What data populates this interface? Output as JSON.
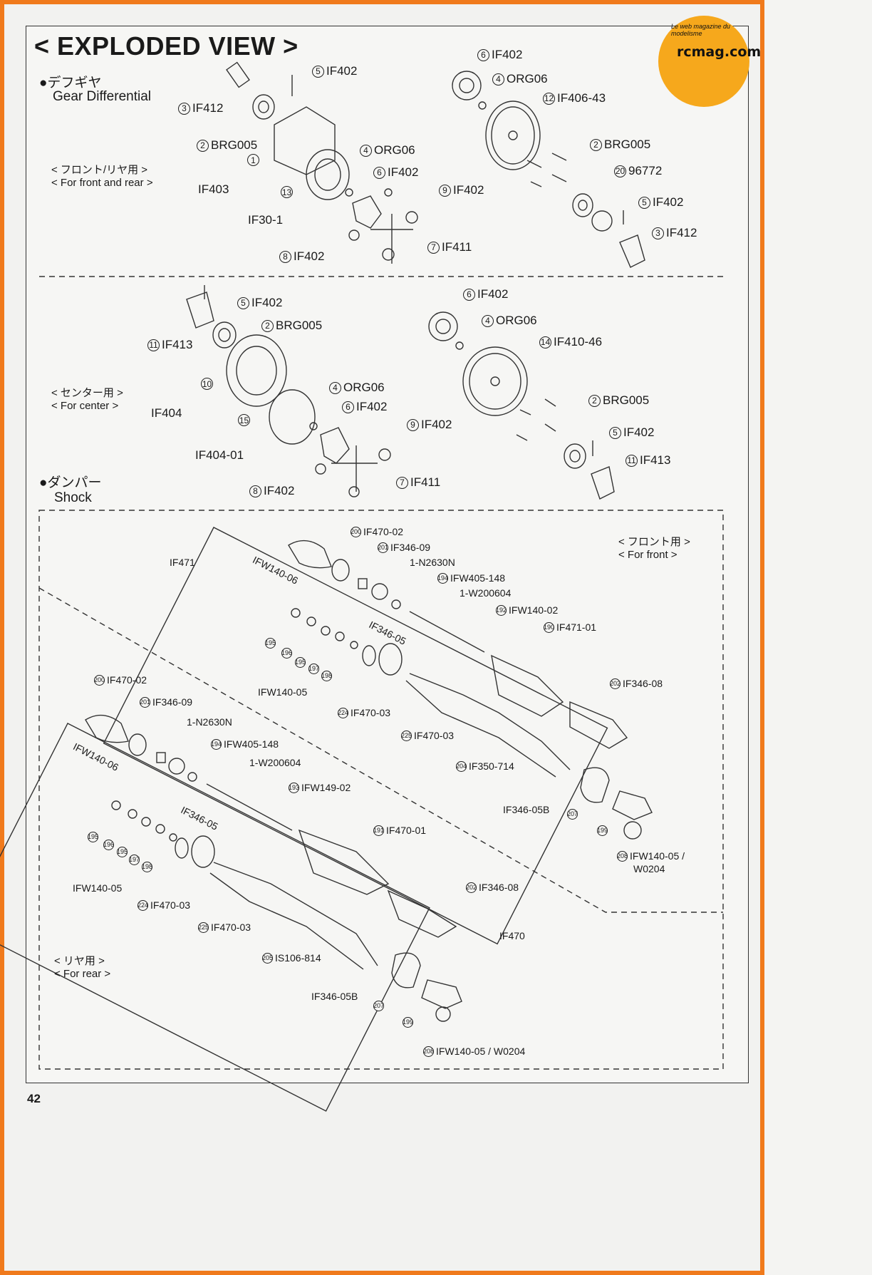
{
  "page_title": "< EXPLODED VIEW >",
  "page_number": "42",
  "logo": {
    "text": "rcmag.com",
    "tagline": "Le web magazine du modelisme"
  },
  "sections": {
    "gear_diff_jp": "●デフギヤ",
    "gear_diff_en": "Gear Differential",
    "front_rear_jp": "< フロント/リヤ用 >",
    "front_rear_en": "< For front and rear >",
    "center_jp": "< センター用 >",
    "center_en": "< For center >",
    "shock_jp": "●ダンパー",
    "shock_en": "Shock",
    "front_jp": "< フロント用 >",
    "front_en": "< For front >",
    "rear_jp": "< リヤ用 >",
    "rear_en": "< For rear >"
  },
  "diff_front_rear_parts": [
    {
      "num": "5",
      "code": "IF402"
    },
    {
      "num": "3",
      "code": "IF412"
    },
    {
      "num": "2",
      "code": "BRG005"
    },
    {
      "num": "1",
      "code": ""
    },
    {
      "num": "4",
      "code": "ORG06"
    },
    {
      "num": "6",
      "code": "IF402"
    },
    {
      "num": "13",
      "code": ""
    },
    {
      "num": "9",
      "code": "IF402"
    },
    {
      "num": "7",
      "code": "IF411"
    },
    {
      "num": "8",
      "code": "IF402"
    },
    {
      "num": "6",
      "code": "IF402"
    },
    {
      "num": "4",
      "code": "ORG06"
    },
    {
      "num": "12",
      "code": "IF406-43"
    },
    {
      "num": "2",
      "code": "BRG005"
    },
    {
      "num": "20",
      "code": "96772"
    },
    {
      "num": "5",
      "code": "IF402"
    },
    {
      "num": "3",
      "code": "IF412"
    }
  ],
  "diff_front_rear_groups": {
    "if403": "IF403",
    "if30": "IF30-1"
  },
  "diff_center_parts": [
    {
      "num": "5",
      "code": "IF402"
    },
    {
      "num": "2",
      "code": "BRG005"
    },
    {
      "num": "11",
      "code": "IF413"
    },
    {
      "num": "10",
      "code": ""
    },
    {
      "num": "15",
      "code": ""
    },
    {
      "num": "4",
      "code": "ORG06"
    },
    {
      "num": "6",
      "code": "IF402"
    },
    {
      "num": "9",
      "code": "IF402"
    },
    {
      "num": "7",
      "code": "IF411"
    },
    {
      "num": "8",
      "code": "IF402"
    },
    {
      "num": "6",
      "code": "IF402"
    },
    {
      "num": "4",
      "code": "ORG06"
    },
    {
      "num": "14",
      "code": "IF410-46"
    },
    {
      "num": "2",
      "code": "BRG005"
    },
    {
      "num": "5",
      "code": "IF402"
    },
    {
      "num": "11",
      "code": "IF413"
    }
  ],
  "diff_center_groups": {
    "if404": "IF404",
    "if40401": "IF404-01"
  },
  "shock_front_parts": [
    {
      "num": "200",
      "code": "IF470-02"
    },
    {
      "num": "201",
      "code": "IF346-09"
    },
    {
      "num": "",
      "code": "1-N2630N"
    },
    {
      "num": "194",
      "code": "IFW405-148"
    },
    {
      "num": "",
      "code": "1-W200604"
    },
    {
      "num": "192",
      "code": "IFW140-02"
    },
    {
      "num": "190",
      "code": "IF471-01"
    },
    {
      "num": "202",
      "code": "IF346-08"
    },
    {
      "num": "224",
      "code": "IF470-03"
    },
    {
      "num": "225",
      "code": "IF470-03"
    },
    {
      "num": "204",
      "code": "IF350-714"
    },
    {
      "num": "207",
      "code": ""
    },
    {
      "num": "199",
      "code": ""
    },
    {
      "num": "208",
      "code": "IFW140-05 /"
    },
    {
      "num": "195",
      "code": ""
    },
    {
      "num": "196",
      "code": ""
    },
    {
      "num": "195",
      "code": ""
    },
    {
      "num": "197",
      "code": ""
    },
    {
      "num": "198",
      "code": ""
    }
  ],
  "shock_front_groups": {
    "if471": "IF471",
    "ifw14006": "IFW140-06",
    "if34605": "IF346-05",
    "ifw14005": "IFW140-05",
    "if34605b": "IF346-05B",
    "w0204": "W0204"
  },
  "shock_rear_parts": [
    {
      "num": "200",
      "code": "IF470-02"
    },
    {
      "num": "201",
      "code": "IF346-09"
    },
    {
      "num": "",
      "code": "1-N2630N"
    },
    {
      "num": "194",
      "code": "IFW405-148"
    },
    {
      "num": "",
      "code": "1-W200604"
    },
    {
      "num": "193",
      "code": "IFW149-02"
    },
    {
      "num": "191",
      "code": "IF470-01"
    },
    {
      "num": "202",
      "code": "IF346-08"
    },
    {
      "num": "224",
      "code": "IF470-03"
    },
    {
      "num": "225",
      "code": "IF470-03"
    },
    {
      "num": "205",
      "code": "IS106-814"
    },
    {
      "num": "207",
      "code": ""
    },
    {
      "num": "199",
      "code": ""
    },
    {
      "num": "208",
      "code": "IFW140-05 / W0204"
    },
    {
      "num": "195",
      "code": ""
    },
    {
      "num": "196",
      "code": ""
    },
    {
      "num": "195",
      "code": ""
    },
    {
      "num": "197",
      "code": ""
    },
    {
      "num": "198",
      "code": ""
    }
  ],
  "shock_rear_groups": {
    "ifw14006": "IFW140-06",
    "if34605": "IF346-05",
    "ifw14005": "IFW140-05",
    "if470": "IF470",
    "if34605b": "IF346-05B"
  }
}
